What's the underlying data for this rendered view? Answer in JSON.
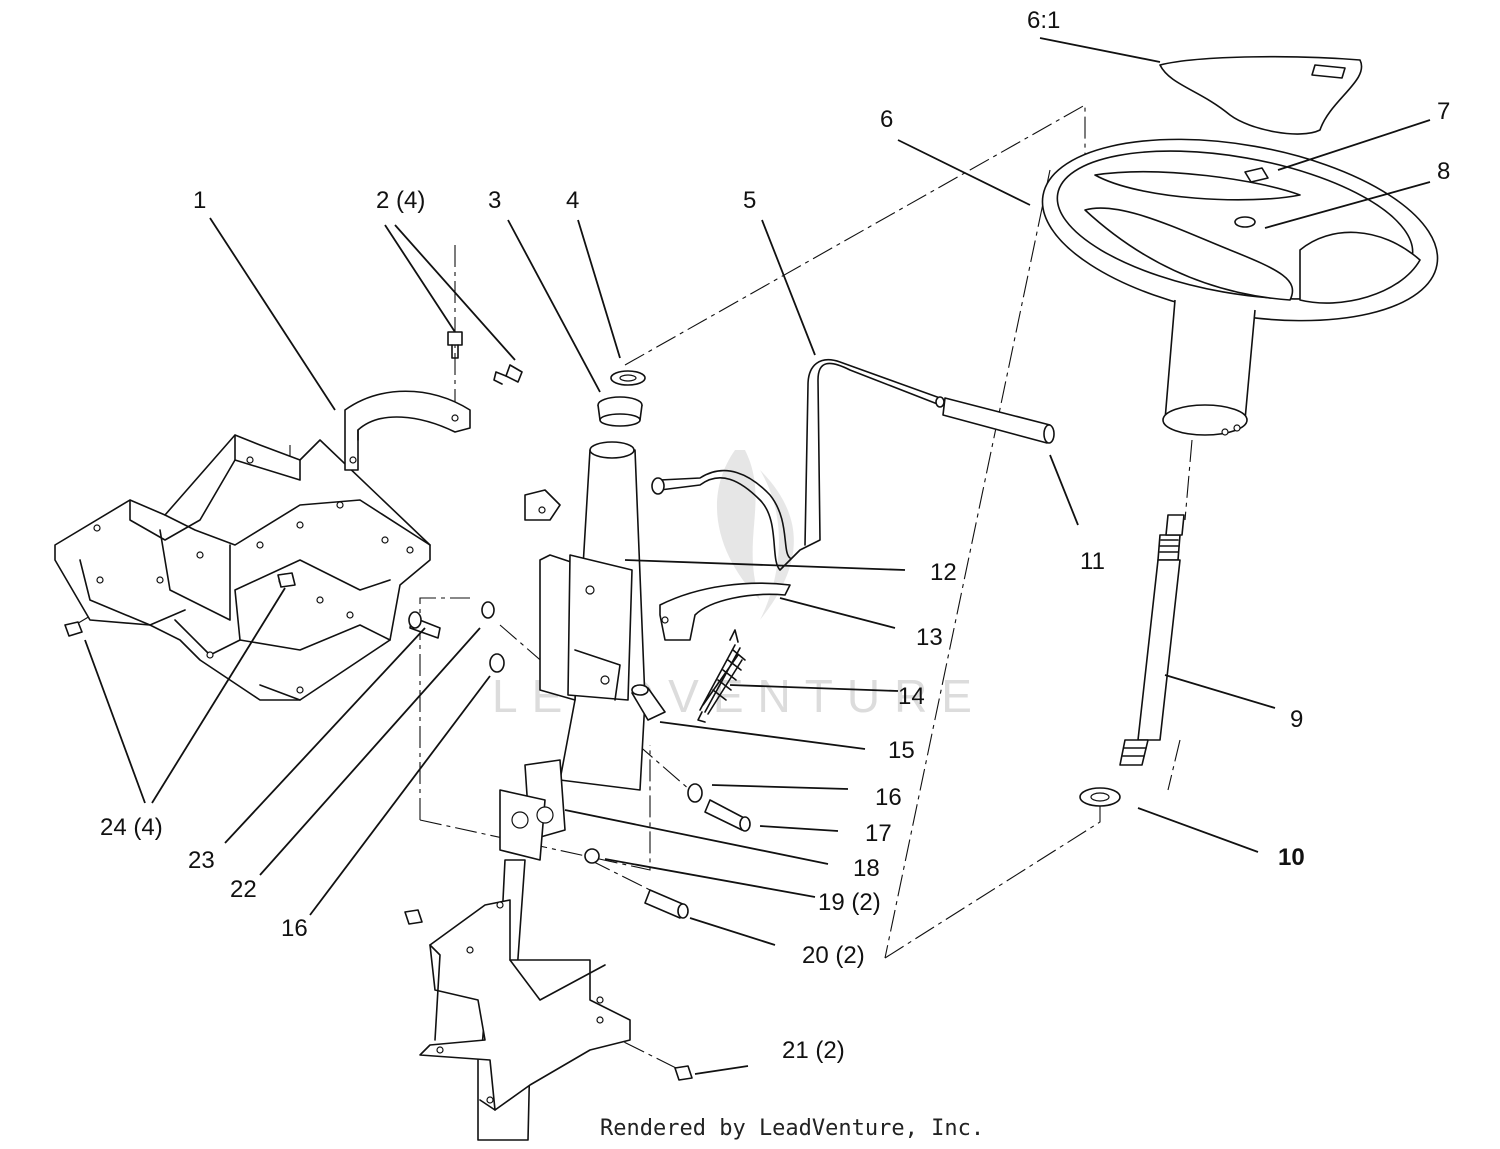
{
  "callouts": [
    {
      "id": "1",
      "text": "1"
    },
    {
      "id": "2",
      "text": "2 (4)"
    },
    {
      "id": "3",
      "text": "3"
    },
    {
      "id": "4",
      "text": "4"
    },
    {
      "id": "5",
      "text": "5"
    },
    {
      "id": "6",
      "text": "6"
    },
    {
      "id": "6-1",
      "text": "6:1"
    },
    {
      "id": "7",
      "text": "7"
    },
    {
      "id": "8",
      "text": "8"
    },
    {
      "id": "9",
      "text": "9"
    },
    {
      "id": "10",
      "text": "10"
    },
    {
      "id": "11",
      "text": "11"
    },
    {
      "id": "12",
      "text": "12"
    },
    {
      "id": "13",
      "text": "13"
    },
    {
      "id": "14",
      "text": "14"
    },
    {
      "id": "15",
      "text": "15"
    },
    {
      "id": "16a",
      "text": "16"
    },
    {
      "id": "16b",
      "text": "16"
    },
    {
      "id": "17",
      "text": "17"
    },
    {
      "id": "18",
      "text": "18"
    },
    {
      "id": "19",
      "text": "19 (2)"
    },
    {
      "id": "20",
      "text": "20 (2)"
    },
    {
      "id": "21",
      "text": "21 (2)"
    },
    {
      "id": "22",
      "text": "22"
    },
    {
      "id": "23",
      "text": "23"
    },
    {
      "id": "24",
      "text": "24 (4)"
    }
  ],
  "watermark": "LEADVENTURE",
  "credit": "Rendered by LeadVenture, Inc."
}
